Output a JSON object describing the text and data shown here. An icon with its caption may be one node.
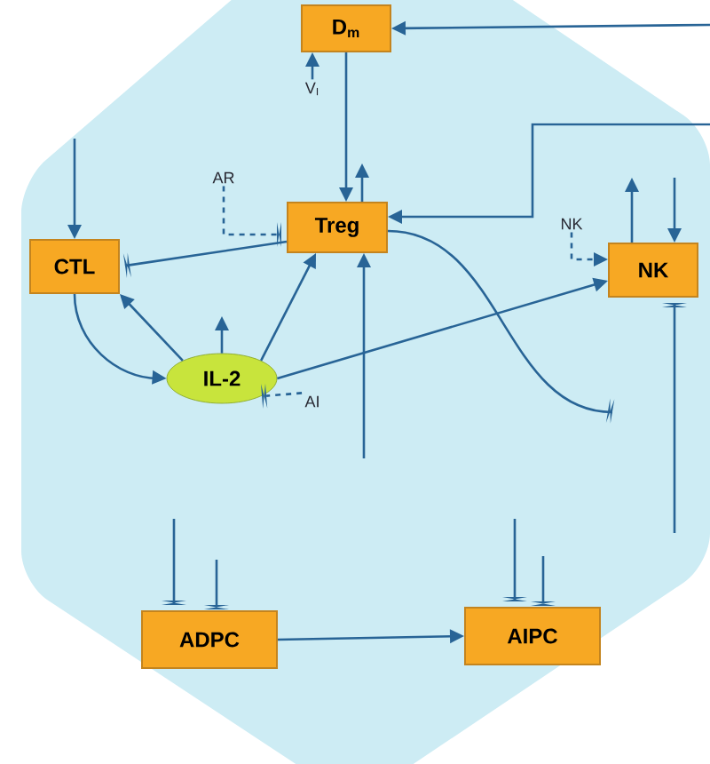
{
  "diagram": {
    "nodes": [
      {
        "text": [
          "D$_{m}$"
        ]
      },
      {
        "text": [
          "V$_{I}$"
        ]
      },
      {
        "text": [
          "AR"
        ]
      },
      {
        "text": [
          "Treg"
        ]
      },
      {
        "text": [
          "CTL"
        ]
      },
      {
        "text": [
          "NK"
        ]
      },
      {
        "text": [
          "NK"
        ]
      },
      {
        "text": [
          "IL-2"
        ]
      },
      {
        "text": [
          "AI"
        ]
      },
      {
        "text": [
          "ADPC"
        ]
      },
      {
        "text": [
          "AIPC"
        ]
      }
    ],
    "edges": [
      {
        "from": 0,
        "to": 3,
        "arrow": "to"
      },
      {
        "from": 1,
        "to": 0,
        "arrow": "to"
      },
      {
        "from": null,
        "to": 0,
        "arrow": "to"
      },
      {
        "from": 2,
        "to": 3,
        "arrow": "other",
        "style": "dashed"
      },
      {
        "from": 3,
        "to": 4,
        "arrow": "other"
      },
      {
        "from": 7,
        "to": 4,
        "arrow": "to"
      },
      {
        "from": 7,
        "to": 3,
        "arrow": "to"
      },
      {
        "from": 7,
        "to": 6,
        "arrow": "to"
      },
      {
        "from": 4,
        "to": 7,
        "arrow": "to"
      },
      {
        "from": 5,
        "to": 6,
        "arrow": "to",
        "style": "dashed"
      },
      {
        "from": 8,
        "to": 7,
        "arrow": "other",
        "style": "dashed"
      },
      {
        "from": null,
        "to": 3,
        "arrow": "to"
      },
      {
        "from": 3,
        "to": null,
        "arrow": "to"
      },
      {
        "from": 6,
        "to": null,
        "arrow": "to"
      },
      {
        "from": null,
        "to": 6,
        "arrow": "to"
      },
      {
        "from": null,
        "to": 4,
        "arrow": "to"
      },
      {
        "from": 7,
        "to": null,
        "arrow": "to"
      },
      {
        "from": 9,
        "to": 10,
        "arrow": "to"
      },
      {
        "from": null,
        "to": 3,
        "arrow": "to"
      },
      {
        "from": null,
        "to": 9,
        "arrow": "other"
      },
      {
        "from": null,
        "to": 9,
        "arrow": "other"
      },
      {
        "from": null,
        "to": 10,
        "arrow": "other"
      },
      {
        "from": null,
        "to": 10,
        "arrow": "other"
      },
      {
        "from": null,
        "to": 6,
        "arrow": "other"
      },
      {
        "from": 3,
        "to": null,
        "arrow": "other"
      }
    ]
  }
}
